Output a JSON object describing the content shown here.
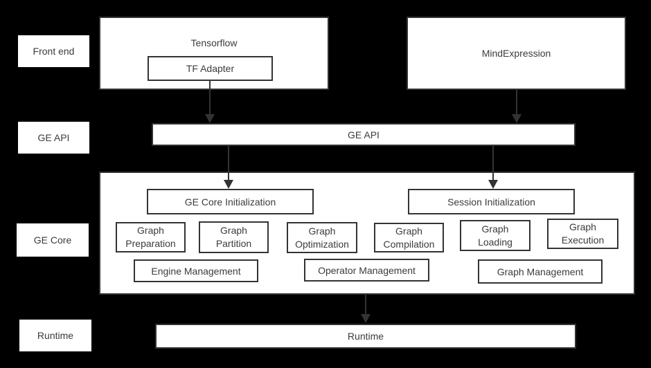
{
  "colors": {
    "background": "#000000",
    "panel": "#ffffff",
    "border": "#333333",
    "text": "#3b3b3b",
    "arrow": "#333333"
  },
  "side_labels": {
    "front_end": "Front end",
    "ge_api": "GE API",
    "ge_core": "GE Core",
    "runtime": "Runtime"
  },
  "front_end": {
    "tensorflow_title": "Tensorflow",
    "tf_adapter": "TF Adapter",
    "mind_expression": "MindExpression"
  },
  "ge_api_bar": "GE API",
  "ge_core": {
    "ge_core_initialization": "GE Core Initialization",
    "session_initialization": "Session Initialization",
    "stages": {
      "preparation": "Graph\nPreparation",
      "partition": "Graph\nPartition",
      "optimization": "Graph\nOptimization",
      "compilation": "Graph\nCompilation",
      "loading": "Graph\nLoading",
      "execution": "Graph\nExecution"
    },
    "management": {
      "engine": "Engine Management",
      "operator": "Operator Management",
      "graph": "Graph Management"
    }
  },
  "runtime_bar": "Runtime"
}
